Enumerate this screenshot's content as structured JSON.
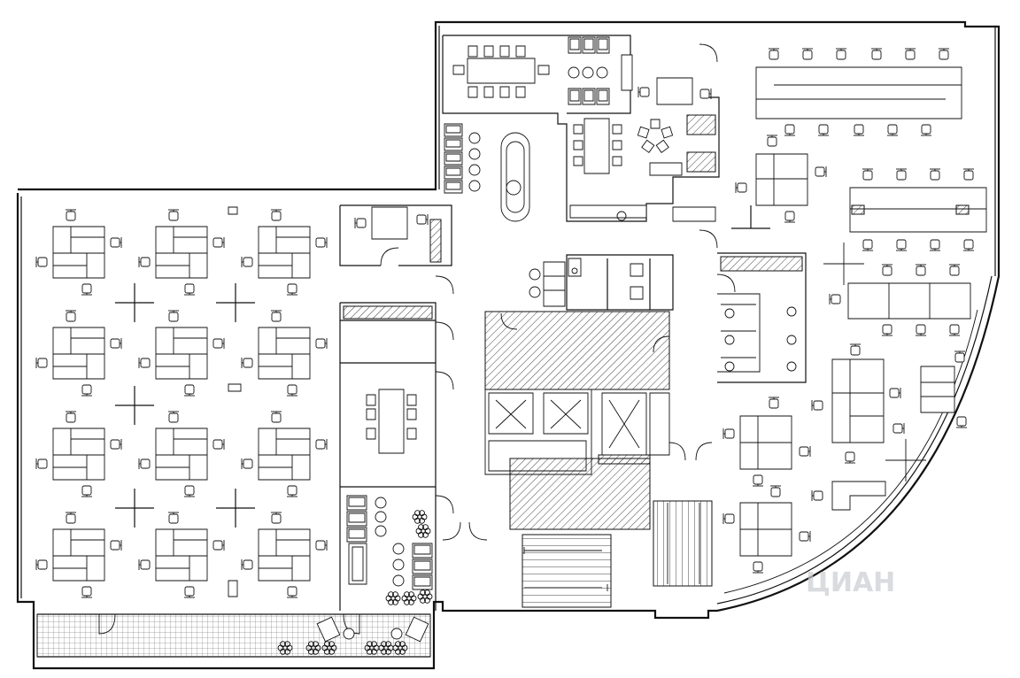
{
  "drawing": {
    "type": "office floor plan",
    "watermark": "ЦИАН"
  },
  "colors": {
    "line": "#111111",
    "background": "#ffffff",
    "watermark": "#c9cdd2"
  },
  "zones": [
    {
      "id": "west-open-office",
      "workstation_clusters": 12
    },
    {
      "id": "terrace-balcony"
    },
    {
      "id": "central-core",
      "elevators": 3
    },
    {
      "id": "meeting-room-large"
    },
    {
      "id": "meeting-room-small"
    },
    {
      "id": "lounge-reception"
    },
    {
      "id": "restrooms"
    },
    {
      "id": "east-open-office"
    },
    {
      "id": "staircase"
    }
  ]
}
